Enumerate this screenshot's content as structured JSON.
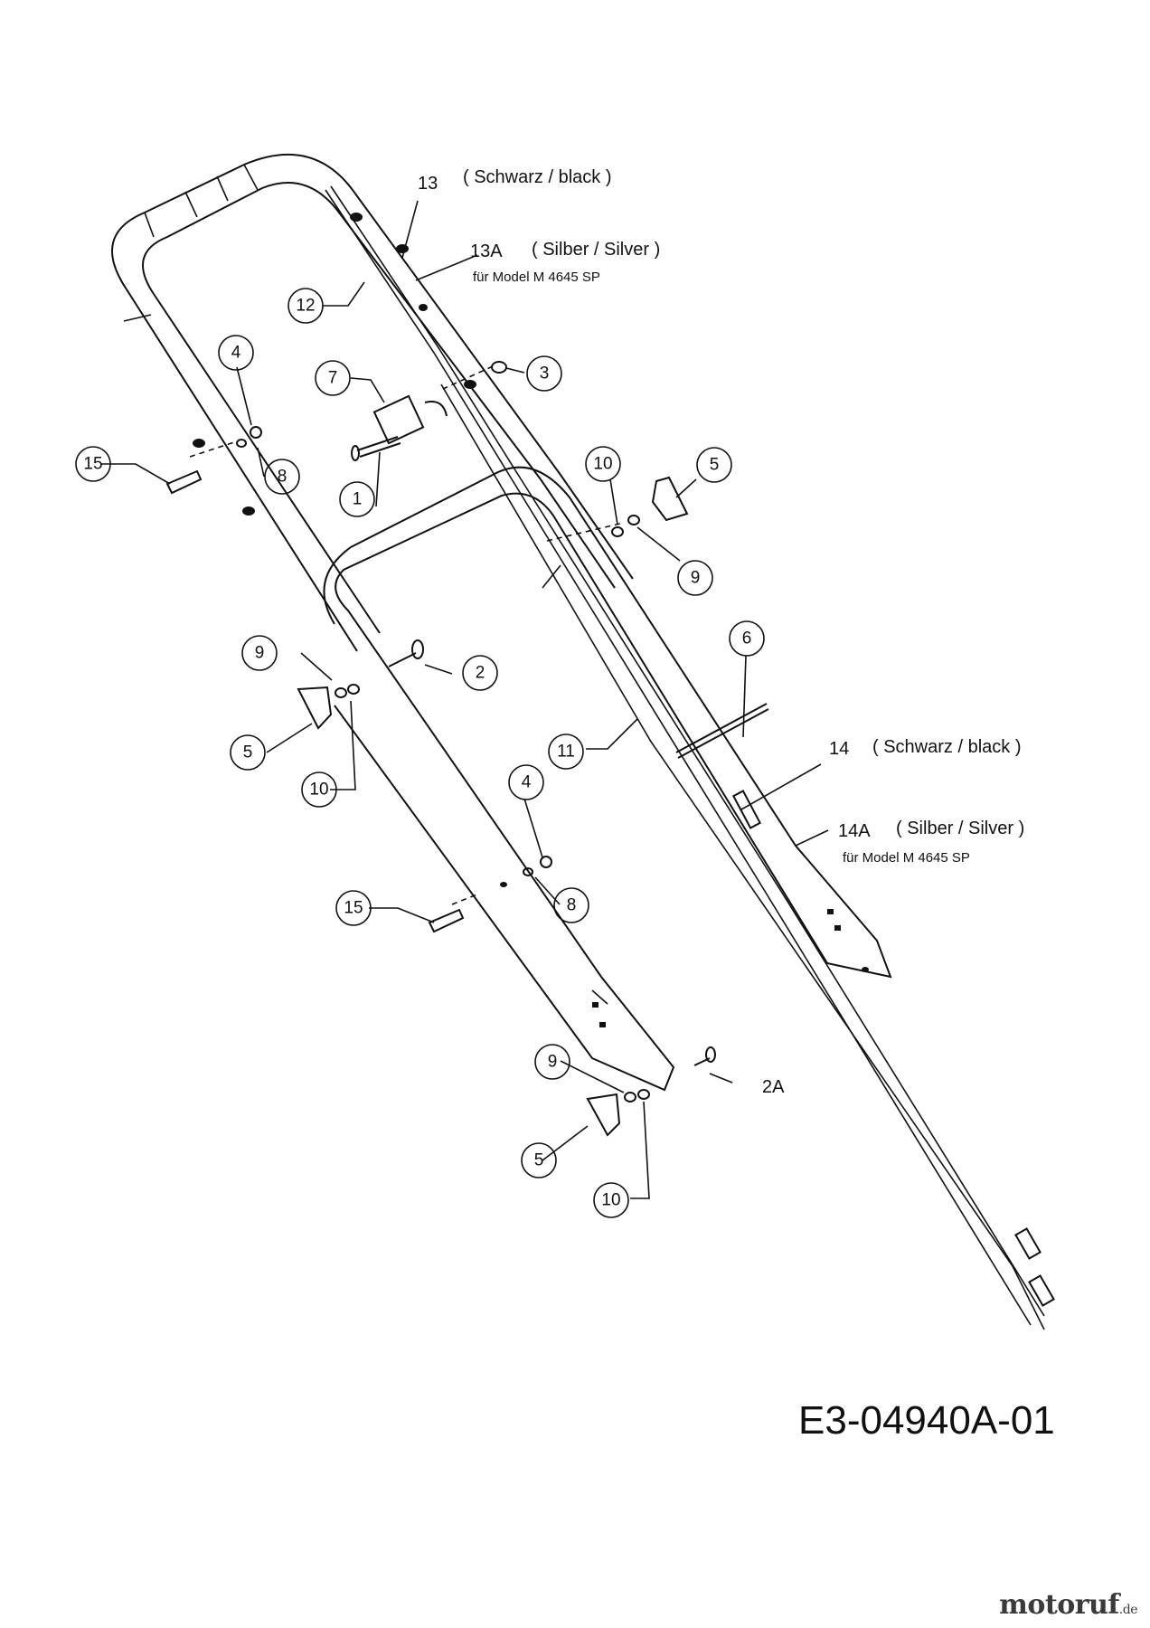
{
  "callouts": [
    "1",
    "2",
    "3",
    "4",
    "4",
    "5",
    "5",
    "5",
    "6",
    "7",
    "8",
    "8",
    "9",
    "9",
    "9",
    "10",
    "10",
    "10",
    "11",
    "12",
    "15",
    "15"
  ],
  "labels": {
    "p13": "13",
    "p13_color": "( Schwarz / black )",
    "p13a": "13A",
    "p13a_color": "( Silber / Silver )",
    "p13a_model": "für Model M 4645 SP",
    "p14": "14",
    "p14_color": "( Schwarz / black )",
    "p14a": "14A",
    "p14a_color": "( Silber / Silver )",
    "p14a_model": "für Model M 4645 SP",
    "p2a": "2A"
  },
  "drawing_code": "E3-04940A-01",
  "watermark": {
    "brand": "motoruf",
    "tld": ".de"
  },
  "colors": {
    "line": "#111111",
    "background": "#ffffff"
  }
}
